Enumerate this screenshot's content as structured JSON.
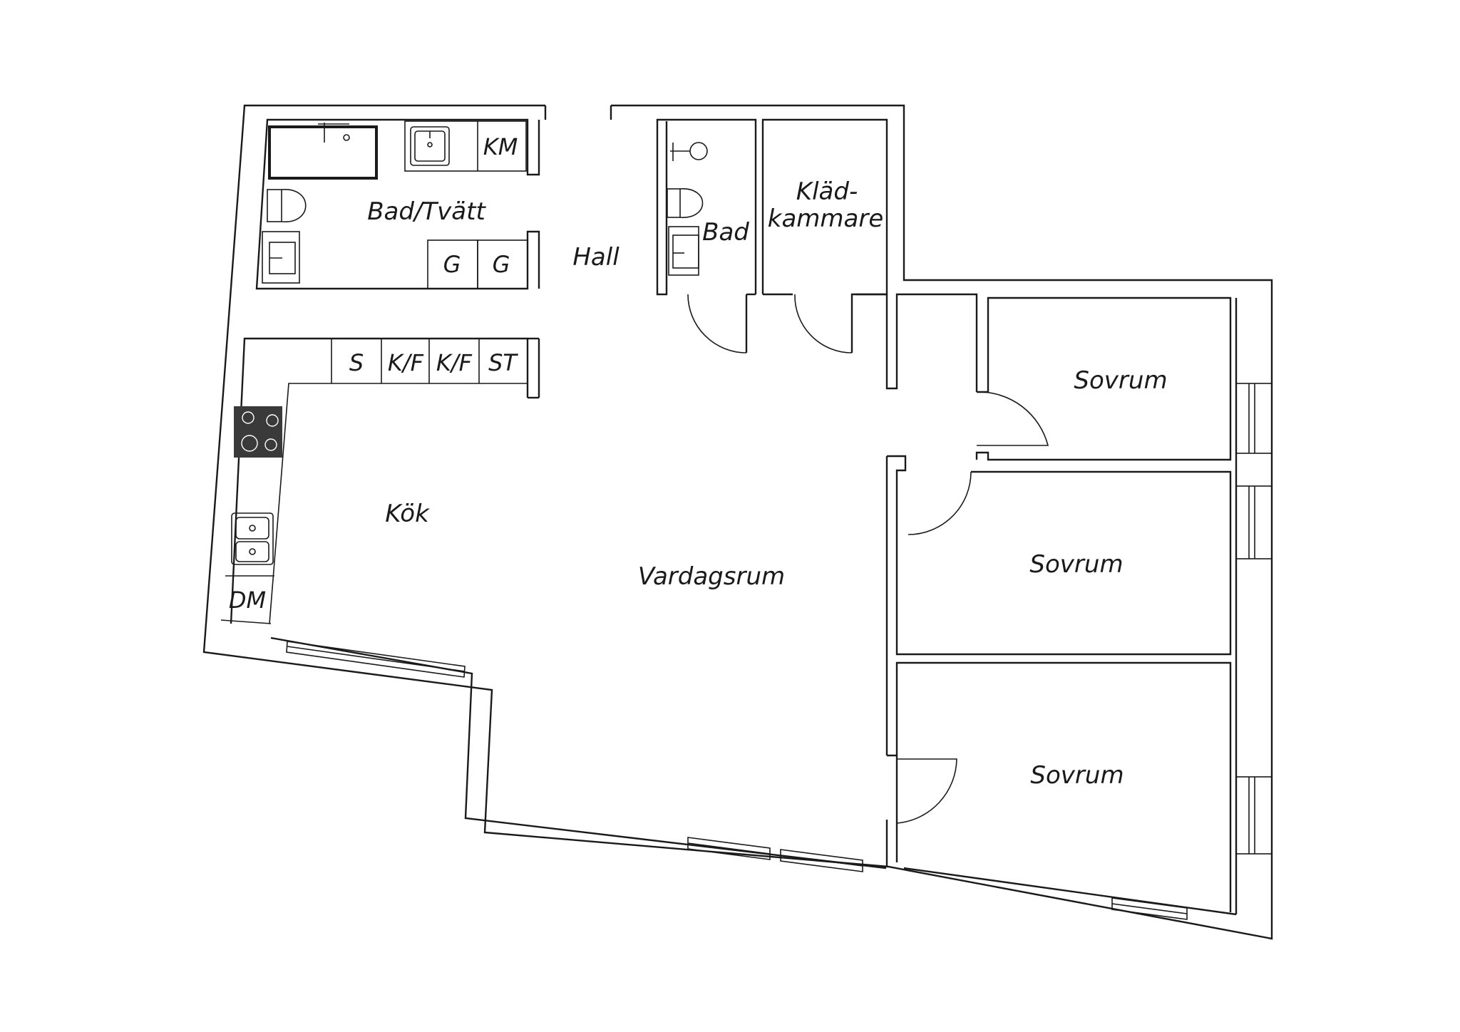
{
  "rooms": {
    "bad_tvatt": "Bad/Tvätt",
    "hall": "Hall",
    "bad": "Bad",
    "kladkammare_line1": "Kläd-",
    "kladkammare_line2": "kammare",
    "kok": "Kök",
    "vardagsrum": "Vardagsrum",
    "sovrum_1": "Sovrum",
    "sovrum_2": "Sovrum",
    "sovrum_3": "Sovrum"
  },
  "fixtures": {
    "km": "KM",
    "g1": "G",
    "g2": "G",
    "s": "S",
    "kf1": "K/F",
    "kf2": "K/F",
    "st": "ST",
    "dm": "DM"
  }
}
